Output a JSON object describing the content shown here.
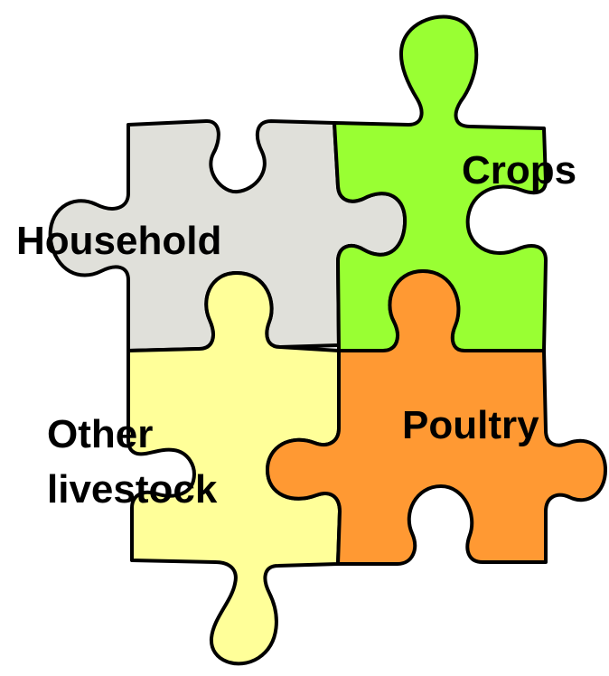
{
  "diagram": {
    "pieces": [
      {
        "id": "household",
        "label_lines": [
          "Household"
        ],
        "color": "#e0e0da"
      },
      {
        "id": "crops",
        "label_lines": [
          "Crops"
        ],
        "color": "#99ff33"
      },
      {
        "id": "other_livestock",
        "label_lines": [
          "Other",
          "livestock"
        ],
        "color": "#ffff99"
      },
      {
        "id": "poultry",
        "label_lines": [
          "Poultry"
        ],
        "color": "#ff9933"
      }
    ]
  }
}
